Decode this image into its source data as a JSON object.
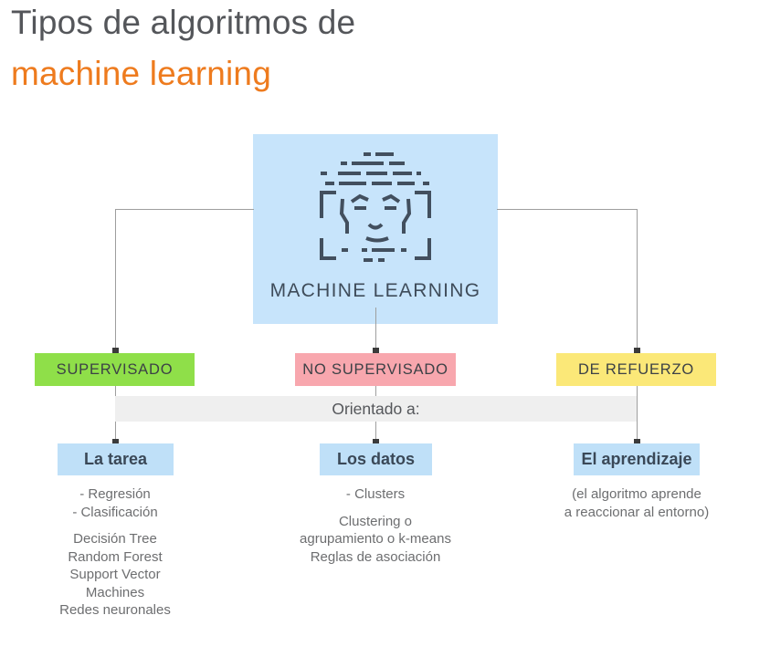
{
  "title": {
    "line1": "Tipos de algoritmos de",
    "line2": "machine learning"
  },
  "center_node": {
    "label": "MACHINE LEARNING",
    "icon": "face-scan-icon"
  },
  "connector_band": {
    "label": "Orientado a:"
  },
  "branches": [
    {
      "id": "supervisado",
      "type_label": "SUPERVISADO",
      "chip_color": "#8fdf49",
      "orientation_label": "La tarea",
      "details": {
        "primary": [
          "- Regresión",
          "- Clasificación"
        ],
        "secondary": [
          "Decisión Tree",
          "Random Forest",
          "Support Vector",
          "Machines",
          "Redes neuronales"
        ]
      }
    },
    {
      "id": "no-supervisado",
      "type_label": "NO SUPERVISADO",
      "chip_color": "#f8a7ae",
      "orientation_label": "Los datos",
      "details": {
        "primary": [
          "- Clusters"
        ],
        "secondary": [
          "Clustering o",
          "agrupamiento o k-means",
          "Reglas de asociación"
        ]
      }
    },
    {
      "id": "de-refuerzo",
      "type_label": "DE REFUERZO",
      "chip_color": "#fbe878",
      "orientation_label": "El aprendizaje",
      "details": {
        "primary": [
          "(el algoritmo aprende",
          "a reaccionar al entorno)"
        ],
        "secondary": []
      }
    }
  ],
  "colors": {
    "title_gray": "#54565a",
    "title_orange": "#ee7b1e",
    "center_box_blue": "#c7e4fb",
    "label_box_blue": "#bfe0f8",
    "band_gray": "#efefef",
    "supervised_green": "#8fdf49",
    "unsupervised_pink": "#f8a7ae",
    "reinforcement_yellow": "#fbe878",
    "connector_line_gray": "#9e9e9e",
    "marker_dark": "#3b3b3b",
    "icon_slate": "#424f5e",
    "body_text_gray": "#6d6e70"
  }
}
